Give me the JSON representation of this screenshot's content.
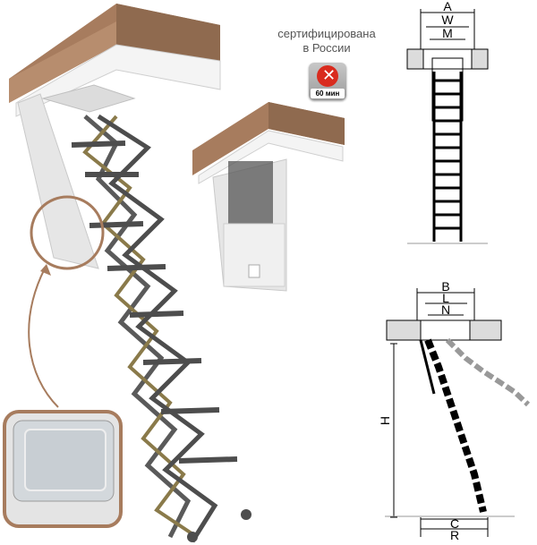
{
  "certification": {
    "line1": "сертифицирована",
    "line2": "в России",
    "badge_label": "60 мин",
    "badge_icon": "fire-icon"
  },
  "diagram_top": {
    "labels": [
      "A",
      "W",
      "M"
    ]
  },
  "diagram_bottom": {
    "top_labels": [
      "B",
      "L",
      "N"
    ],
    "height_label": "H",
    "bottom_labels": [
      "C",
      "R"
    ]
  },
  "colors": {
    "wood_cap": "#a77c5e",
    "frame": "#e4e4e4",
    "ladder_step": "#4d4d4d",
    "badge_red": "#d92b1e"
  }
}
